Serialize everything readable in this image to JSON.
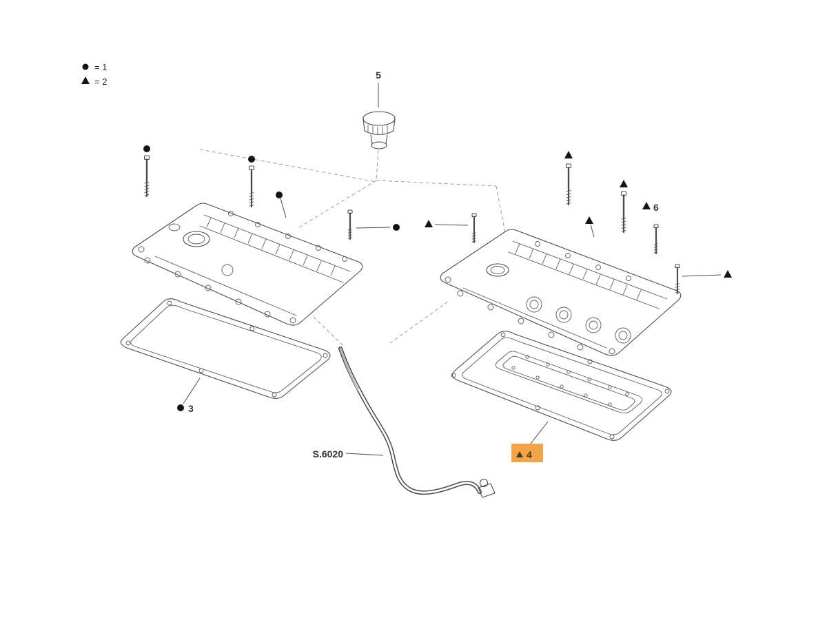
{
  "diagram": {
    "type": "exploded-parts-diagram",
    "subject": "engine valve covers, gaskets, bolts, oil filler cap and breather hose"
  },
  "legend": {
    "items": [
      {
        "symbol": "filled-circle",
        "label": "= 1"
      },
      {
        "symbol": "filled-triangle",
        "label": "= 2"
      }
    ]
  },
  "callouts": {
    "cap": {
      "label": "5"
    },
    "left_gasket": {
      "label": "3"
    },
    "right_gasket": {
      "label": "4",
      "highlighted": true
    },
    "stud": {
      "label": "6"
    },
    "hose": {
      "label": "S.6020"
    }
  },
  "colors": {
    "highlight": "#F3A447",
    "line": "#4a4a4a",
    "marker": "#141414",
    "background": "#ffffff"
  }
}
